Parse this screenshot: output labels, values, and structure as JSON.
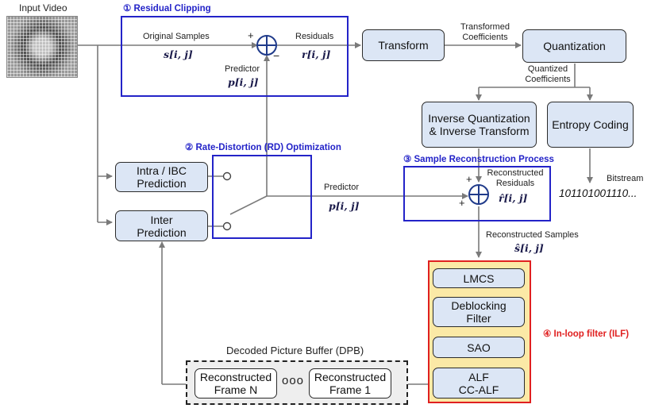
{
  "input_video": {
    "label": "Input Video"
  },
  "residual_clipping": {
    "title": "① Residual Clipping",
    "original_samples_label": "Original Samples",
    "original_samples_symbol": "s[i, j]",
    "residuals_label": "Residuals",
    "residuals_symbol": "r[i, j]",
    "predictor_label": "Predictor",
    "predictor_symbol": "p[i, j]",
    "plus_sign": "+",
    "minus_sign": "−"
  },
  "transform": {
    "label": "Transform"
  },
  "transformed_coefficients": {
    "line1": "Transformed",
    "line2": "Coefficients"
  },
  "quantization": {
    "label": "Quantization"
  },
  "quantized_coefficients": {
    "line1": "Quantized",
    "line2": "Coefficients"
  },
  "inverse_quant": {
    "label": "Inverse Quantization\n& Inverse Transform"
  },
  "entropy_coding": {
    "label": "Entropy Coding"
  },
  "bitstream": {
    "label": "Bitstream",
    "bits": "101101001110..."
  },
  "rd_optimization": {
    "title": "② Rate-Distortion (RD) Optimization",
    "predictor_label": "Predictor",
    "predictor_symbol": "p[i, j]"
  },
  "intra_pred": {
    "label": "Intra / IBC\nPrediction"
  },
  "inter_pred": {
    "label": "Inter\nPrediction"
  },
  "sample_reconstruction": {
    "title": "③ Sample Reconstruction Process",
    "residuals_label_line1": "Reconstructed",
    "residuals_label_line2": "Residuals",
    "residuals_symbol": "r̂[i, j]",
    "plus_top": "+",
    "plus_left": "+"
  },
  "reconstructed_samples": {
    "label": "Reconstructed Samples",
    "symbol": "ŝ[i, j]"
  },
  "ilf": {
    "title": "④ In-loop filter (ILF)",
    "lmcs": "LMCS",
    "deblocking": "Deblocking\nFilter",
    "sao": "SAO",
    "alf": "ALF\nCC-ALF"
  },
  "dpb": {
    "title": "Decoded Picture Buffer (DPB)",
    "frame_n": "Reconstructed\nFrame N",
    "dots": "ooo",
    "frame_1": "Reconstructed\nFrame 1"
  },
  "colors": {
    "node_fill": "#dce6f5",
    "section_border": "#2323c8",
    "ilf_border": "#e02020",
    "ilf_fill": "#fbe9a6",
    "arrow": "#7a7a7a"
  }
}
